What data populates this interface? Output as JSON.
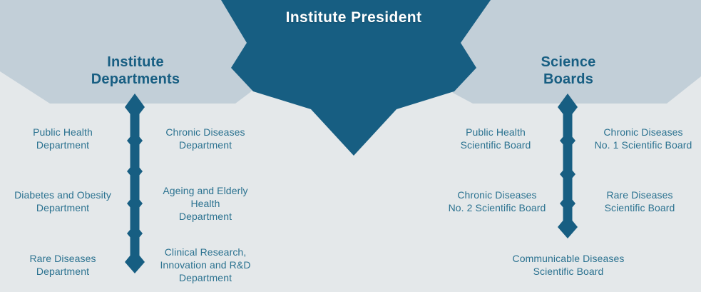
{
  "title": "Institute President",
  "colors": {
    "teal": "#175e82",
    "panel": "#c2cfd8",
    "background": "#e4e8ea",
    "label_text": "#2b7290",
    "header_text": "#175e82",
    "title_text": "#ffffff"
  },
  "left_section": {
    "header": "Institute\nDepartments",
    "items": [
      {
        "label": "Public Health\nDepartment"
      },
      {
        "label": "Chronic Diseases\nDepartment"
      },
      {
        "label": "Diabetes and Obesity\nDepartment"
      },
      {
        "label": "Ageing and Elderly\nHealth\nDepartment"
      },
      {
        "label": "Rare Diseases\nDepartment"
      },
      {
        "label": "Clinical Research,\nInnovation and R&D\nDepartment"
      }
    ]
  },
  "right_section": {
    "header": "Science\nBoards",
    "items": [
      {
        "label": "Public Health\nScientific Board"
      },
      {
        "label": "Chronic Diseases\nNo. 1 Scientific Board"
      },
      {
        "label": "Chronic Diseases\nNo. 2 Scientific Board"
      },
      {
        "label": "Rare Diseases\nScientific Board"
      },
      {
        "label": "Communicable Diseases\nScientific Board"
      }
    ]
  }
}
